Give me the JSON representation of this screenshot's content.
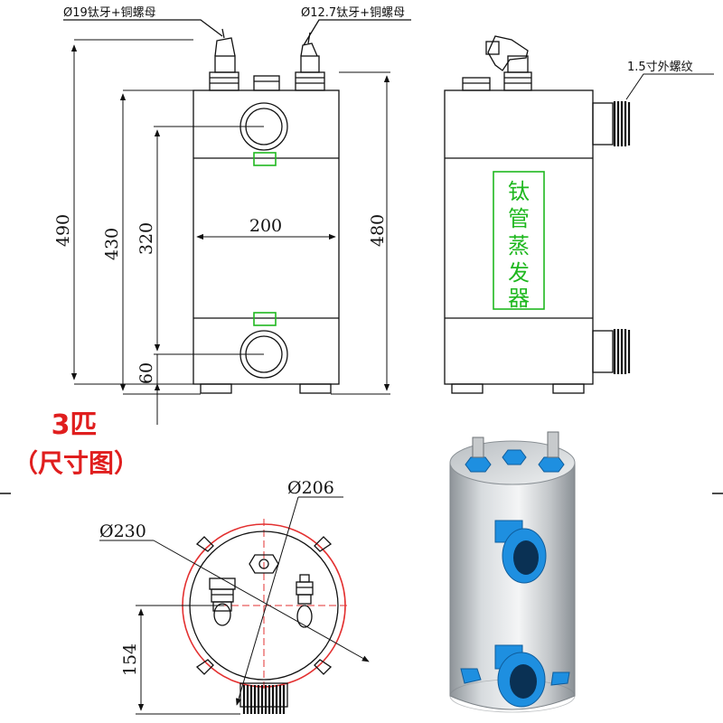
{
  "front_view": {
    "top_left_note": "Ø19钛牙+铜螺母",
    "top_right_note": "Ø12.7钛牙+铜螺母",
    "dim_total_height": "490",
    "dim_body_height": "430",
    "dim_port_spacing": "320",
    "dim_width": "200",
    "dim_bottom_port": "60"
  },
  "side_view": {
    "thread_note": "1.5寸外螺纹",
    "dim_height": "480",
    "vertical_label": [
      "钛",
      "管",
      "蒸",
      "发",
      "器"
    ]
  },
  "title": {
    "line1": "3匹",
    "line2": "（尺寸图）"
  },
  "top_view": {
    "dim_inner_diameter": "Ø206",
    "dim_outer_diameter": "Ø230",
    "dim_offset": "154"
  },
  "colors": {
    "line": "#111111",
    "red_circle": "#e33030",
    "green_label": "#1fb81f",
    "title_red": "#e01e1e",
    "port_blue": "#1e8fe0"
  }
}
